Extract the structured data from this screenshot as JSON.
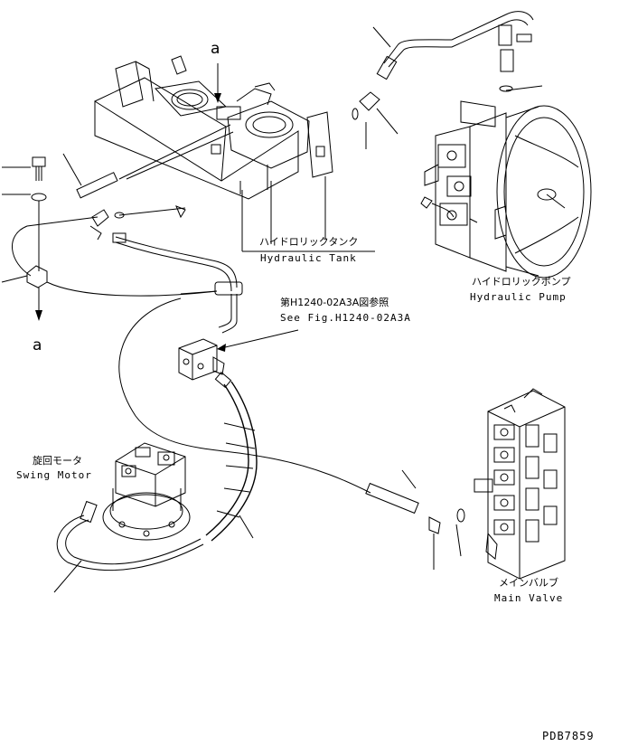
{
  "labels": {
    "hydraulic_tank_jp": "ハイドロリックタンク",
    "hydraulic_tank_en": "Hydraulic Tank",
    "hydraulic_pump_jp": "ハイドロリックポンプ",
    "hydraulic_pump_en": "Hydraulic Pump",
    "fig_ref_jp": "第H1240-02A3A図参照",
    "fig_ref_en": "See Fig.H1240-02A3A",
    "swing_motor_jp": "旋回モータ",
    "swing_motor_en": "Swing Motor",
    "main_valve_jp": "メインバルブ",
    "main_valve_en": "Main Valve",
    "marker_top": "a",
    "marker_left": "a",
    "drawing_id": "PDB7859"
  }
}
